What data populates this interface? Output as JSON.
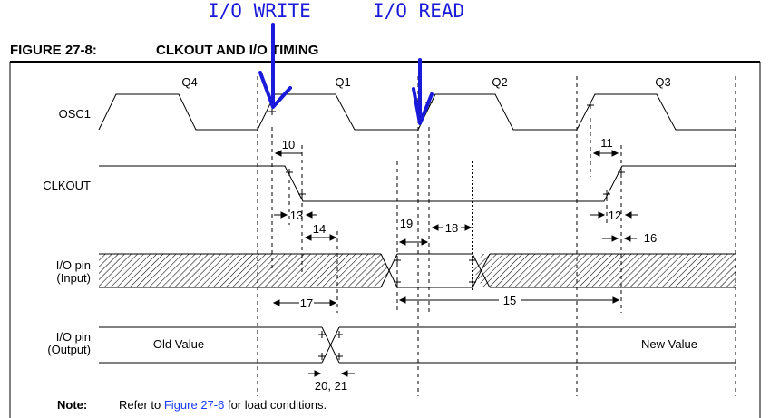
{
  "annotations": {
    "io_write": "I/O WRITE",
    "io_read": "I/O READ"
  },
  "figure": {
    "number": "FIGURE 27-8:",
    "title": "CLKOUT AND I/O TIMING"
  },
  "signals": {
    "osc1": "OSC1",
    "clkout": "CLKOUT",
    "io_input_line1": "I/O pin",
    "io_input_line2": "(Input)",
    "io_output_line1": "I/O pin",
    "io_output_line2": "(Output)"
  },
  "phases": [
    "Q4",
    "Q1",
    "Q2",
    "Q3"
  ],
  "params": {
    "p10": "10",
    "p11": "11",
    "p12": "12",
    "p13": "13",
    "p14": "14",
    "p15": "15",
    "p16": "16",
    "p17": "17",
    "p18": "18",
    "p19": "19",
    "p20_21": "20, 21"
  },
  "values": {
    "old": "Old Value",
    "new": "New Value"
  },
  "note": {
    "label": "Note:",
    "text_before": "Refer to ",
    "link": "Figure 27-6",
    "text_after": " for load conditions."
  },
  "colors": {
    "annotation": "#1a1adb",
    "link": "#1a3cff",
    "frame": "#000000"
  }
}
